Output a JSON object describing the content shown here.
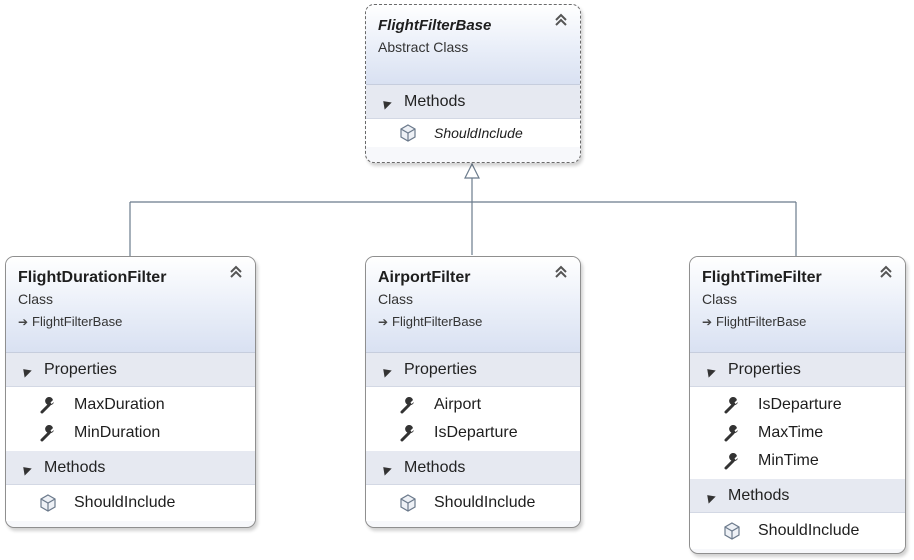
{
  "classes": {
    "base": {
      "name": "FlightFilterBase",
      "kind": "Abstract Class",
      "methods_label": "Methods",
      "methods": [
        "ShouldInclude"
      ]
    },
    "duration": {
      "name": "FlightDurationFilter",
      "kind": "Class",
      "base": "FlightFilterBase",
      "properties_label": "Properties",
      "properties": [
        "MaxDuration",
        "MinDuration"
      ],
      "methods_label": "Methods",
      "methods": [
        "ShouldInclude"
      ]
    },
    "airport": {
      "name": "AirportFilter",
      "kind": "Class",
      "base": "FlightFilterBase",
      "properties_label": "Properties",
      "properties": [
        "Airport",
        "IsDeparture"
      ],
      "methods_label": "Methods",
      "methods": [
        "ShouldInclude"
      ]
    },
    "time": {
      "name": "FlightTimeFilter",
      "kind": "Class",
      "base": "FlightFilterBase",
      "properties_label": "Properties",
      "properties": [
        "IsDeparture",
        "MaxTime",
        "MinTime"
      ],
      "methods_label": "Methods",
      "methods": [
        "ShouldInclude"
      ]
    }
  },
  "icons": {
    "collapse": "double-chevron-up-icon",
    "property": "wrench-icon",
    "method": "cube-icon",
    "inherits": "arrow-right-icon",
    "section_toggle": "triangle-expanded-icon"
  },
  "colors": {
    "header_gradient_end": "#d9e1f2",
    "section_bg": "#e6e9f1",
    "connector": "#6b7b8c"
  }
}
